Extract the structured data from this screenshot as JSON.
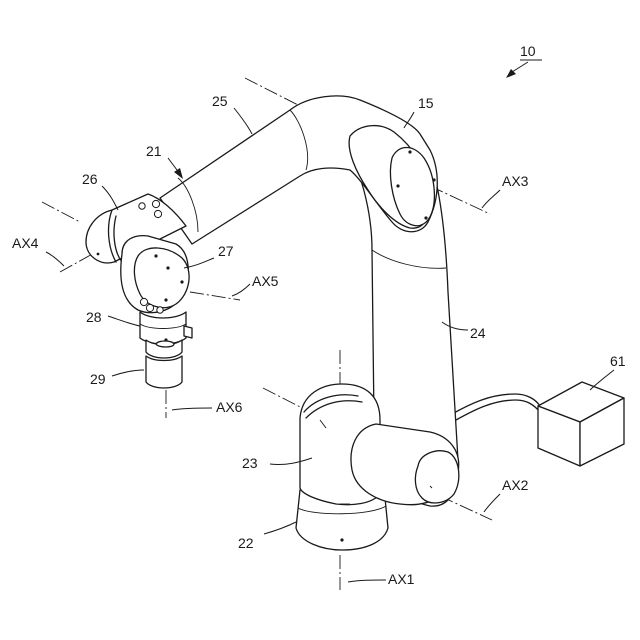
{
  "labels": {
    "robot": "10",
    "arm_tip": "15",
    "arm": "21",
    "base": "22",
    "turret": "23",
    "lower_arm": "24",
    "upper_arm": "25",
    "joint4": "26",
    "joint5": "27",
    "joint6": "28",
    "flange": "29",
    "controller": "61"
  },
  "axes": {
    "ax1": "AX1",
    "ax2": "AX2",
    "ax3": "AX3",
    "ax4": "AX4",
    "ax5": "AX5",
    "ax6": "AX6"
  }
}
